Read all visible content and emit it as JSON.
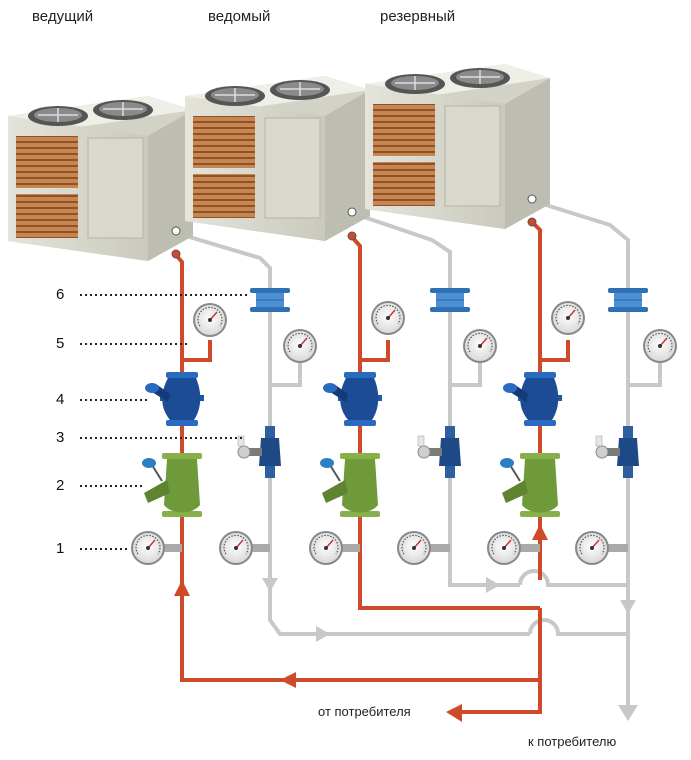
{
  "units": [
    {
      "label": "ведущий"
    },
    {
      "label": "ведомый"
    },
    {
      "label": "резервный"
    }
  ],
  "callouts": [
    "6",
    "5",
    "4",
    "3",
    "2",
    "1"
  ],
  "flows": {
    "return_label": "от потребителя",
    "supply_label": "к потребителю"
  },
  "colors": {
    "hot_pipe": "#cf4a2a",
    "cold_pipe": "#c8c8c8",
    "unit_body": "#dcdcd0",
    "unit_grille": "#b8713f",
    "filter_green": "#6f9a3a",
    "valve_blue": "#1f5aa6",
    "flex_blue": "#3f86c8"
  },
  "icons": {
    "unit": "air-cooled-chiller-icon",
    "gauge": "pressure-gauge-icon",
    "valve": "balancing-valve-icon",
    "filter": "strainer-icon",
    "flex": "flexible-connector-icon",
    "flowmeter": "flow-valve-icon"
  }
}
